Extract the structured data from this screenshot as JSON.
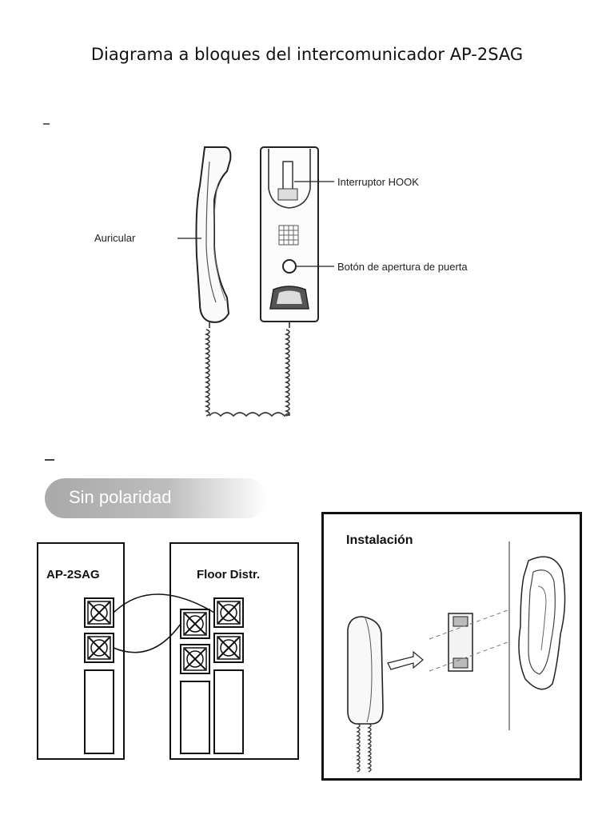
{
  "title": "Diagrama a bloques del intercomunicador AP-2SAG",
  "top_diagram": {
    "auricular_label": "Auricular",
    "hook_label": "Interruptor HOOK",
    "door_button_label": "Botón de apertura de puerta"
  },
  "wiring": {
    "polarity_label": "Sin polaridad",
    "device_label": "AP-2SAG",
    "distributor_label": "Floor Distr."
  },
  "installation": {
    "title": "Instalación"
  }
}
